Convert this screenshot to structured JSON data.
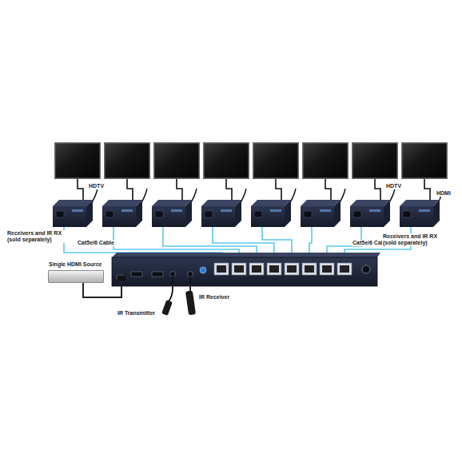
{
  "diagram": {
    "nodes": [
      {
        "text": [
          "Single HDMI Source"
        ]
      }
    ],
    "labels": [
      "HDTV",
      "HDTV",
      "HDMI",
      "Receivers and IR RX (sold separately)",
      "Cat5e/6 Cable",
      "Cat5e/6 Cable",
      "Receivers and IR RX (sold separately)",
      "IR Transmitter",
      "IR Receiver"
    ]
  }
}
